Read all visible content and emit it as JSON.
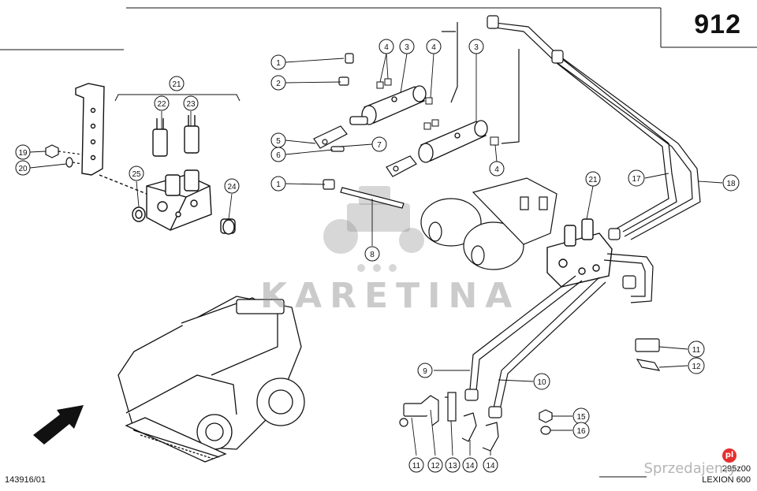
{
  "page_number": "912",
  "drawing_number": "143916/01",
  "reference_code": "295z00",
  "model": "LEXION 600",
  "watermark_text": "KARETINA",
  "brand_text": "Sprzedajemy",
  "brand_badge": "pl",
  "callouts": [
    {
      "id": "c21a",
      "label": "21"
    },
    {
      "id": "c22",
      "label": "22"
    },
    {
      "id": "c23",
      "label": "23"
    },
    {
      "id": "c19",
      "label": "19"
    },
    {
      "id": "c20",
      "label": "20"
    },
    {
      "id": "c25",
      "label": "25"
    },
    {
      "id": "c24",
      "label": "24"
    },
    {
      "id": "c1a",
      "label": "1"
    },
    {
      "id": "c2",
      "label": "2"
    },
    {
      "id": "c5",
      "label": "5"
    },
    {
      "id": "c6",
      "label": "6"
    },
    {
      "id": "c7",
      "label": "7"
    },
    {
      "id": "c1b",
      "label": "1"
    },
    {
      "id": "c8",
      "label": "8"
    },
    {
      "id": "c4a",
      "label": "4"
    },
    {
      "id": "c3a",
      "label": "3"
    },
    {
      "id": "c4b",
      "label": "4"
    },
    {
      "id": "c3b",
      "label": "3"
    },
    {
      "id": "c4c",
      "label": "4"
    },
    {
      "id": "c21b",
      "label": "21"
    },
    {
      "id": "c17",
      "label": "17"
    },
    {
      "id": "c18",
      "label": "18"
    },
    {
      "id": "c9",
      "label": "9"
    },
    {
      "id": "c10",
      "label": "10"
    },
    {
      "id": "c11a",
      "label": "11"
    },
    {
      "id": "c12a",
      "label": "12"
    },
    {
      "id": "c13",
      "label": "13"
    },
    {
      "id": "c14a",
      "label": "14"
    },
    {
      "id": "c14b",
      "label": "14"
    },
    {
      "id": "c15",
      "label": "15"
    },
    {
      "id": "c16",
      "label": "16"
    },
    {
      "id": "c11b",
      "label": "11"
    },
    {
      "id": "c12b",
      "label": "12"
    }
  ]
}
